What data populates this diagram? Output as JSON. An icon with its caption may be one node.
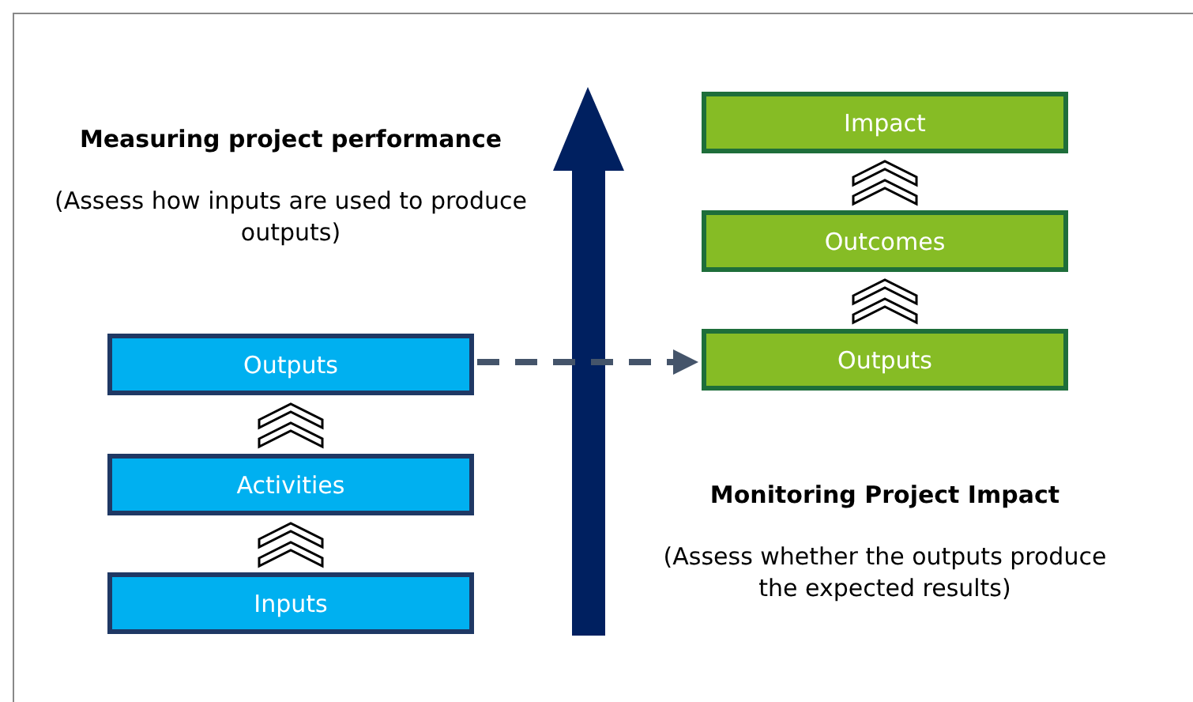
{
  "diagram": {
    "nodes": [
      {
        "text": [
          "Inputs"
        ]
      },
      {
        "text": [
          "Activities"
        ]
      },
      {
        "text": [
          "Outputs"
        ]
      },
      {
        "text": [
          "Outputs"
        ]
      },
      {
        "text": [
          "Outcomes"
        ]
      },
      {
        "text": [
          "Impact"
        ]
      }
    ],
    "edges": [
      {
        "from": 0,
        "to": 1,
        "arrow": "to"
      },
      {
        "from": 1,
        "to": 2,
        "arrow": "to"
      },
      {
        "from": 3,
        "to": 4,
        "arrow": "to"
      },
      {
        "from": 4,
        "to": 5,
        "arrow": "to"
      },
      {
        "from": 2,
        "to": 3,
        "arrow": "to",
        "style": "dashed",
        "color": "#44546a"
      }
    ],
    "labels": [
      "Measuring project performance",
      "(Assess how inputs are used to produce outputs)",
      "Monitoring Project Impact",
      "(Assess whether the outputs produce the expected results)"
    ]
  }
}
